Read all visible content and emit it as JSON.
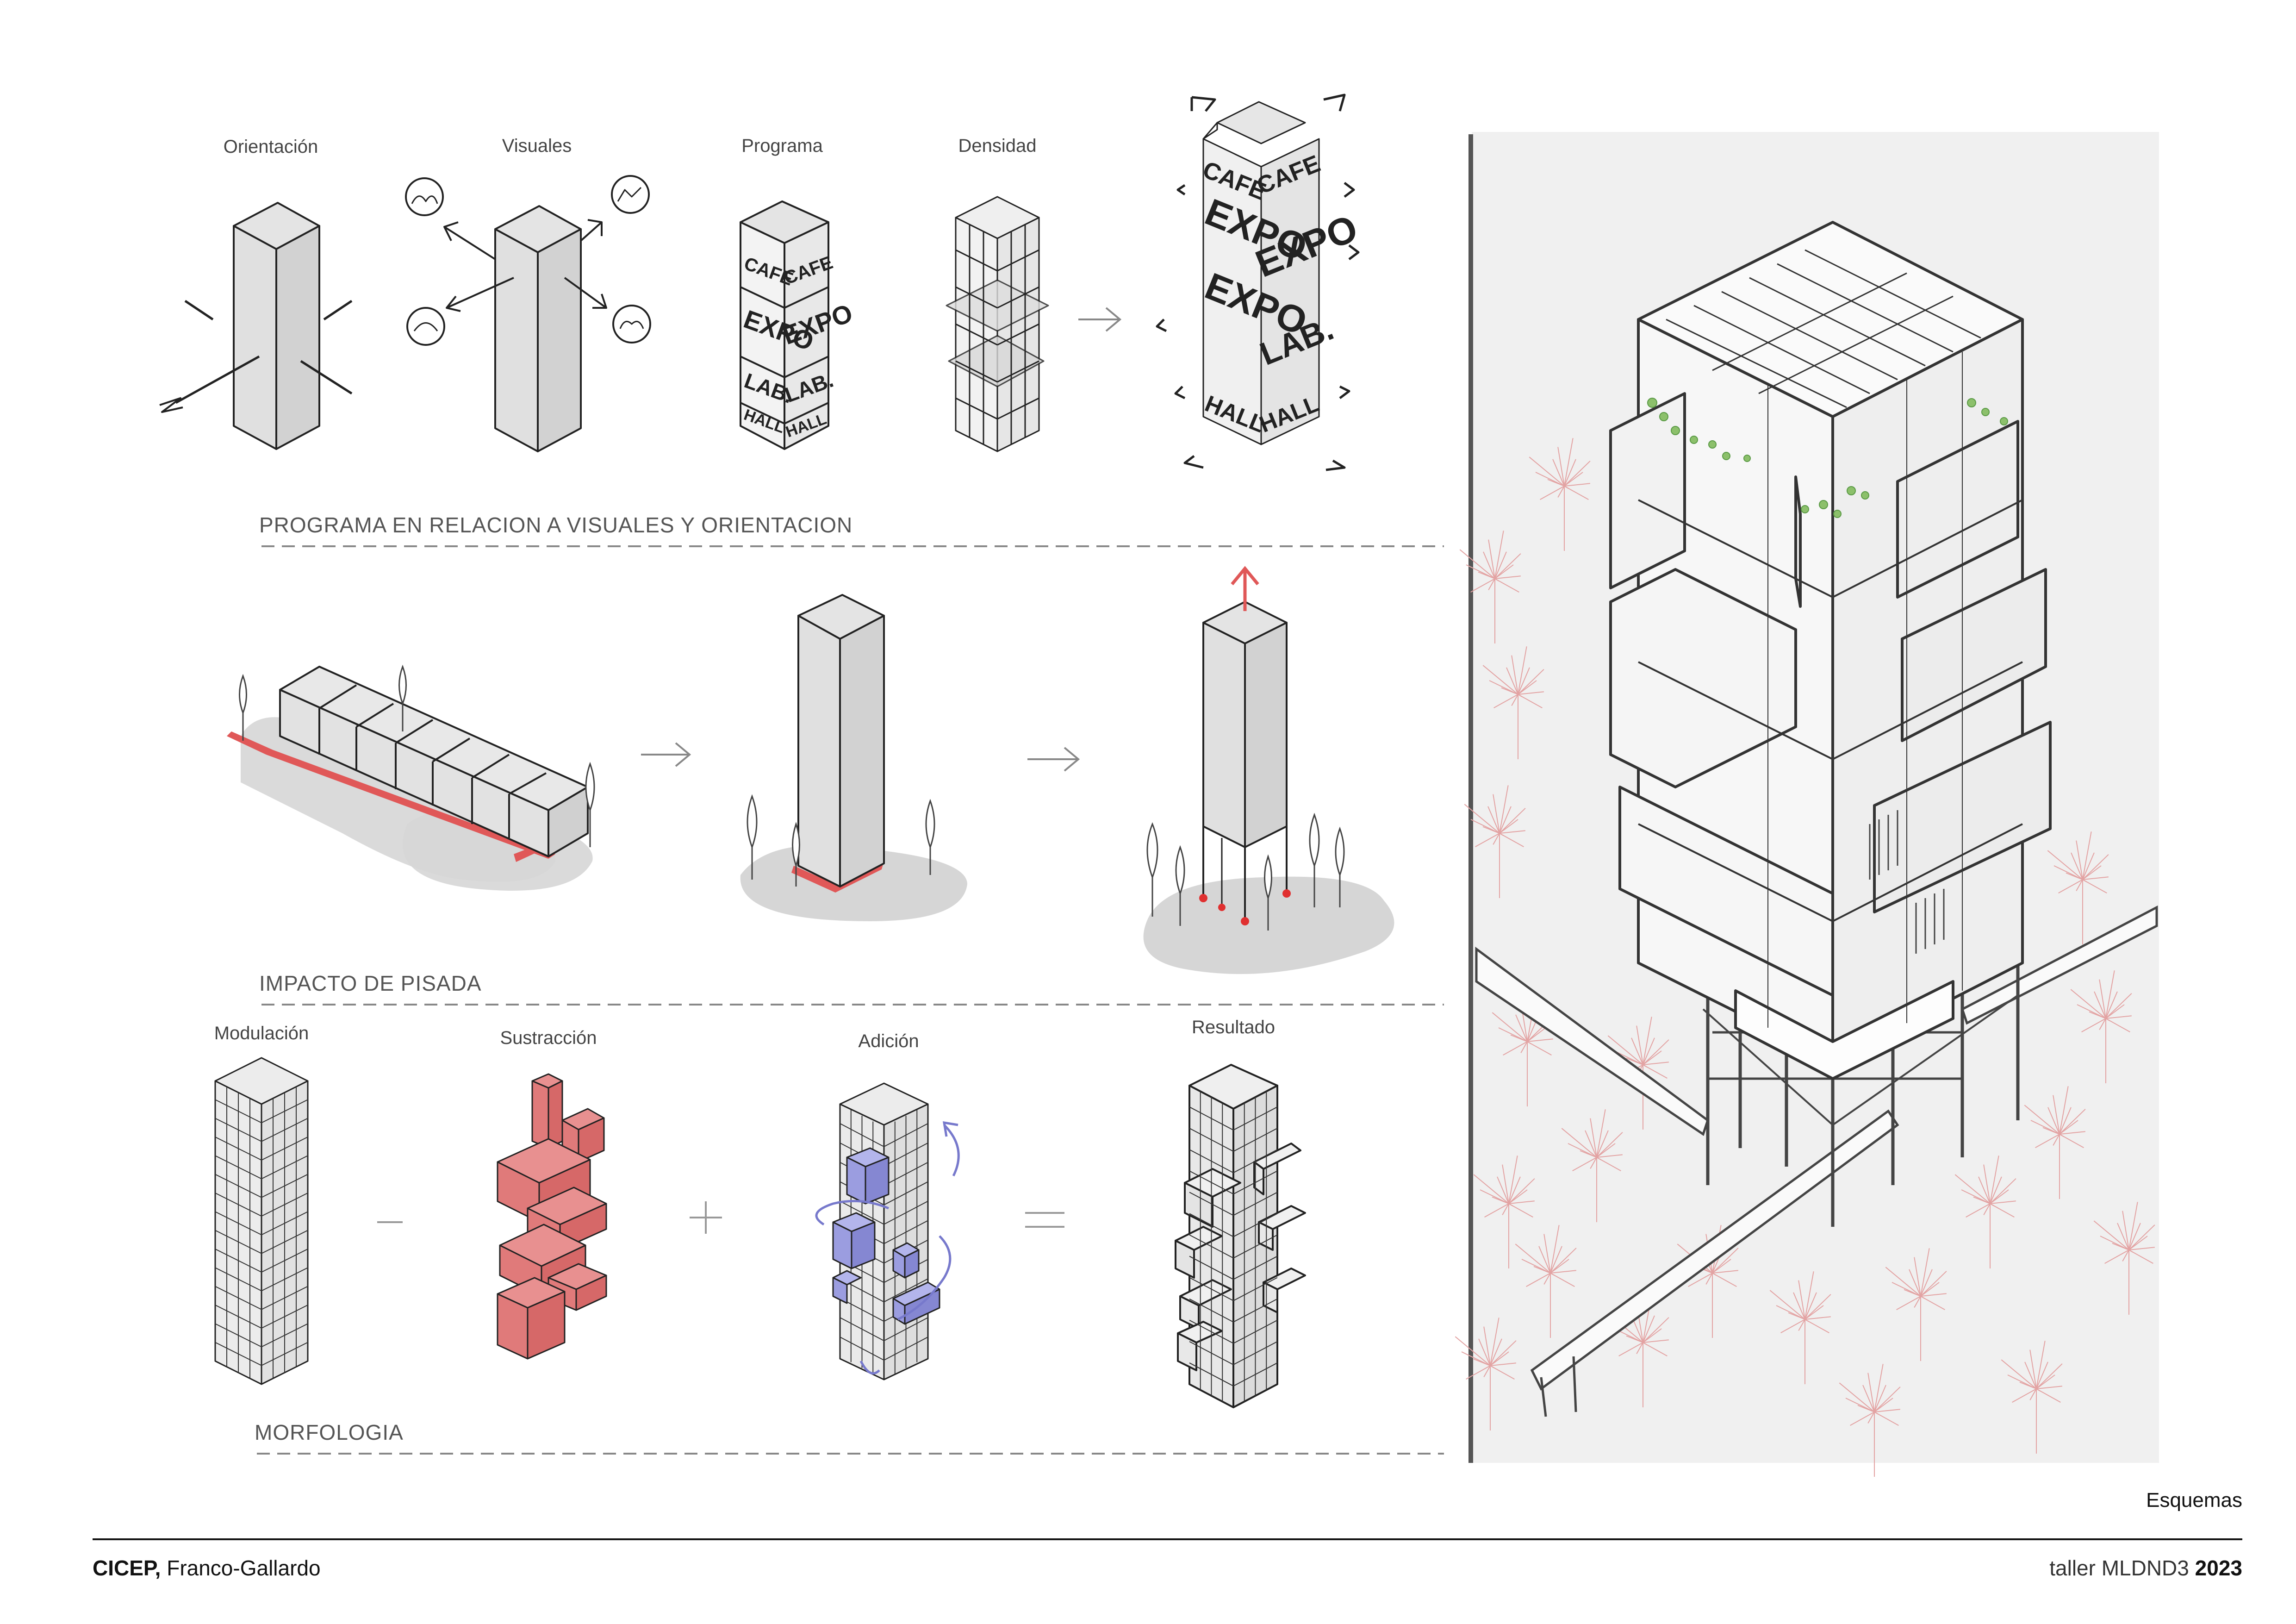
{
  "row1": {
    "labels": [
      "Orientación",
      "Visuales",
      "Programa",
      "Densidad"
    ],
    "title": "PROGRAMA EN RELACION A VISUALES Y ORIENTACION",
    "program_words": {
      "cafe": "CAFE",
      "expo": "EXPO",
      "lab": "LAB.",
      "hall": "HALL"
    }
  },
  "row2": {
    "title": "IMPACTO DE PISADA"
  },
  "row3": {
    "labels": [
      "Modulación",
      "Sustracción",
      "Adición",
      "Resultado"
    ],
    "title": "MORFOLOGIA"
  },
  "caption": "Esquemas",
  "footer": {
    "org": "CICEP,",
    "authors": " Franco-Gallardo",
    "course": "taller MLDND3",
    "year": "2023"
  },
  "colors": {
    "red": "#e07a7a",
    "red_line": "#e05858",
    "purple": "#9b9de0",
    "gray_face": "#e2e2e2",
    "gray_shadow": "#d6d6d6",
    "tree_red": "#e3a3a3"
  }
}
